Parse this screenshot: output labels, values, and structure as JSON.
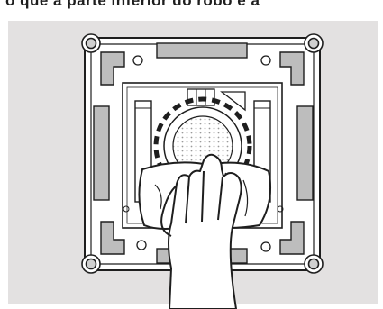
{
  "caption_fragment": "o que a parte inferior do robô e a",
  "colors": {
    "panel": "#e3e1e1",
    "device": "#ffffff",
    "line": "#1e1e1e",
    "pads": "#bdbdbd",
    "dashed_ring": "#1e1e1e"
  },
  "icons": [
    "robot-underside",
    "suction-filter",
    "dashed-ring",
    "corner-screw",
    "hand-icon",
    "cleaning-cloth"
  ]
}
